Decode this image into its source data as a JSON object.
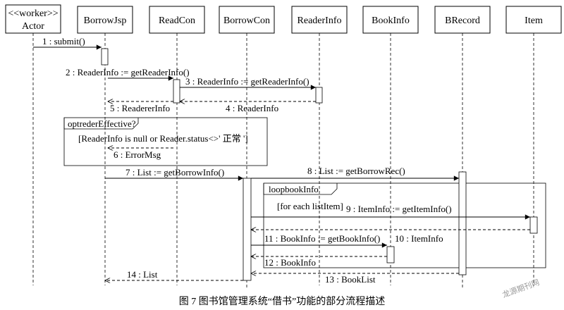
{
  "participants": [
    {
      "id": "actor",
      "stereotype": "<<worker>>",
      "name": "Actor"
    },
    {
      "id": "borrowjsp",
      "name": "BorrowJsp"
    },
    {
      "id": "readcon",
      "name": "ReadCon"
    },
    {
      "id": "borrowcon",
      "name": "BorrowCon"
    },
    {
      "id": "readerinfo",
      "name": "ReaderInfo"
    },
    {
      "id": "bookinfo",
      "name": "BookInfo"
    },
    {
      "id": "brecord",
      "name": "BRecord"
    },
    {
      "id": "item",
      "name": "Item"
    }
  ],
  "messages": [
    {
      "n": 1,
      "label": "1 : submit()",
      "kind": "call"
    },
    {
      "n": 2,
      "label": "2 : ReaderInfo := getReaderInfo()",
      "kind": "call"
    },
    {
      "n": 3,
      "label": "3 : ReaderInfo := getReaderInfo()",
      "kind": "call"
    },
    {
      "n": 4,
      "label": "4 : ReaderInfo",
      "kind": "return"
    },
    {
      "n": 5,
      "label": "5 : ReadererInfo",
      "kind": "return"
    },
    {
      "n": 6,
      "label": "6 : ErrorMsg",
      "kind": "return"
    },
    {
      "n": 7,
      "label": "7 : List := getBorrowInfo()",
      "kind": "call"
    },
    {
      "n": 8,
      "label": "8 : List := getBorrowRec()",
      "kind": "call"
    },
    {
      "n": 9,
      "label": "9 : ItemInfo := getItemInfo()",
      "kind": "call"
    },
    {
      "n": 10,
      "label": "10 : ItemInfo",
      "kind": "return"
    },
    {
      "n": 11,
      "label": "11 : BookInfo := getBookInfo()",
      "kind": "call"
    },
    {
      "n": 12,
      "label": "12 : BookInfo",
      "kind": "return"
    },
    {
      "n": 13,
      "label": "13 : BookList",
      "kind": "return"
    },
    {
      "n": 14,
      "label": "14 : List",
      "kind": "return"
    }
  ],
  "frames": {
    "opt": {
      "label": "optrederEffective?",
      "guard": "[ReaderInfo is null or Reader.status<>' 正常 ']"
    },
    "loop": {
      "label": "loopbookInfo",
      "guard": "[for each listItem]"
    }
  },
  "caption": "图 7   图书馆管理系统“借书”功能的部分流程描述",
  "watermark": "龙源期刊网"
}
